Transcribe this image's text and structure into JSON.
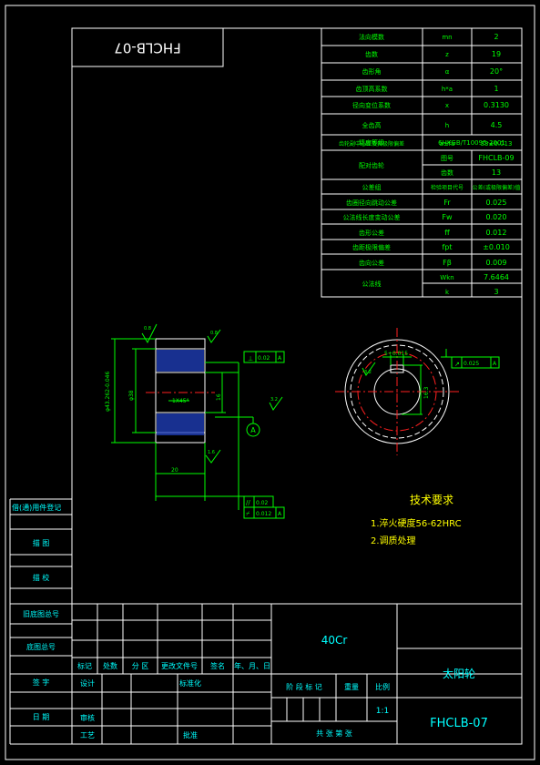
{
  "drawing_number": "FHCLB-07",
  "rotated_code": "FHCLB-07",
  "part_name": "太阳轮",
  "material": "40Cr",
  "scale": "1:1",
  "params": [
    {
      "name": "法向模数",
      "sym": "mn",
      "val": "2"
    },
    {
      "name": "齿数",
      "sym": "z",
      "val": "19"
    },
    {
      "name": "齿形角",
      "sym": "α",
      "val": "20°"
    },
    {
      "name": "齿顶高系数",
      "sym": "h*a",
      "val": "1"
    },
    {
      "name": "径向变位系数",
      "sym": "x",
      "val": "0.3130"
    },
    {
      "name": "全齿高",
      "sym": "h",
      "val": "4.5"
    },
    {
      "name": "精度等级",
      "sym": "",
      "val": "6HKGB/T10095-2001"
    },
    {
      "name": "齿轮副中心距及其极限偏差",
      "sym": "a±fa",
      "val": "33±0.013"
    }
  ],
  "mating": {
    "name": "配对齿轮",
    "r1_sym": "图号",
    "r1_val": "FHCLB-09",
    "r2_sym": "齿数",
    "r2_val": "13"
  },
  "tolerance_header": {
    "name": "公差组",
    "sym": "检验项目代号",
    "val": "公差(或极限偏差)值"
  },
  "tolerances": [
    {
      "name": "齿圈径向跳动公差",
      "sym": "Fr",
      "val": "0.025"
    },
    {
      "name": "公法线长度变动公差",
      "sym": "Fw",
      "val": "0.020"
    },
    {
      "name": "齿形公差",
      "sym": "ff",
      "val": "0.012"
    },
    {
      "name": "齿距极限偏差",
      "sym": "fpt",
      "val": "±0.010"
    },
    {
      "name": "齿向公差",
      "sym": "Fβ",
      "val": "0.009"
    }
  ],
  "common_normal": {
    "name": "公法线",
    "r1_sym": "Wkn",
    "r1_val": "7.6464",
    "r2_sym": "k",
    "r2_val": "3"
  },
  "tech_title": "技术要求",
  "tech_items": [
    "1.淬火硬度56-62HRC",
    "2.调质处理"
  ],
  "side_labels": [
    "借(通)用件登记",
    "描 图",
    "描 校",
    "旧底图总号",
    "底图总号",
    "签 字",
    "日 期"
  ],
  "title_block": {
    "c1": "标记",
    "c2": "处数",
    "c3": "分 区",
    "c4": "更改文件号",
    "c5": "签名",
    "c6": "年、月、日",
    "design": "设计",
    "standard": "标准化",
    "review": "审核",
    "process": "工艺",
    "approve": "批准",
    "stage": "阶 段 标 记",
    "weight": "重量",
    "ratio": "比例",
    "sheets": "共  张 第  张"
  },
  "dims": {
    "d_tip": "φ43.262-0.046",
    "d_bore": "φ38",
    "chamfer": "1X45°",
    "bore_len": "16",
    "face_len": "20",
    "key_w": "5+0.015",
    "key_depth": "16.3",
    "rough_a": "0.8",
    "rough_b": "3.2",
    "rough_c": "1.6",
    "datum": "A",
    "gt_perp": "0.02",
    "gt_run": "0.025",
    "gt_par": "0.02",
    "gt_sym": "0.012"
  }
}
